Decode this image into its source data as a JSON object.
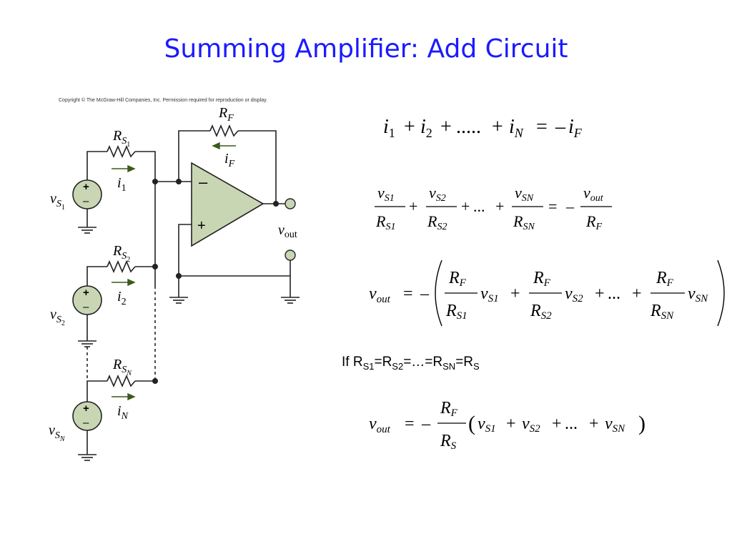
{
  "title": "Summing Amplifier:  Add Circuit",
  "copyright": "Copyright © The McGraw-Hill Companies, Inc. Permission required for reproduction or display.",
  "circuit": {
    "rs1": {
      "main": "R",
      "sub": "S",
      "subsub": "1"
    },
    "rs2": {
      "main": "R",
      "sub": "S",
      "subsub": "2"
    },
    "rsn": {
      "main": "R",
      "sub": "S",
      "subsub": "N"
    },
    "rf": {
      "main": "R",
      "sub": "F"
    },
    "if": {
      "main": "i",
      "sub": "F"
    },
    "i1": {
      "main": "i",
      "sub": "1"
    },
    "i2": {
      "main": "i",
      "sub": "2"
    },
    "in": {
      "main": "i",
      "sub": "N"
    },
    "vs1": {
      "main": "v",
      "sub": "S",
      "subsub": "1"
    },
    "vs2": {
      "main": "v",
      "sub": "S",
      "subsub": "2"
    },
    "vsn": {
      "main": "v",
      "sub": "S",
      "subsub": "N"
    },
    "vout": {
      "main": "v",
      "sub": "out"
    },
    "plus": "+",
    "minus": "–"
  },
  "equations": {
    "eq1": {
      "i": "i",
      "s1": "1",
      "s2": "2",
      "sn": "N",
      "sf": "F",
      "plus": "+",
      "dots": ".....",
      "eq": "=",
      "neg": "–"
    },
    "eq2": {
      "v": "v",
      "R": "R",
      "s1": "S1",
      "s2": "S2",
      "sn": "SN",
      "out": "out",
      "f": "F",
      "plus": "+",
      "dots": "...",
      "eq": "=",
      "neg": "–"
    },
    "eq3": {
      "v": "v",
      "R": "R",
      "out": "out",
      "f": "F",
      "s1": "S1",
      "s2": "S2",
      "sn": "SN",
      "plus": "+",
      "dots": "...",
      "eq": "=",
      "neg": "–"
    },
    "condition": {
      "prefix": "If R",
      "s1": "S1",
      "t1": "=R",
      "s2": "S2",
      "t2": "=…=R",
      "sn": "SN",
      "t3": "=R",
      "s": "S"
    },
    "eq4": {
      "v": "v",
      "R": "R",
      "out": "out",
      "f": "F",
      "s": "S",
      "s1": "S1",
      "s2": "S2",
      "sn": "SN",
      "plus": "+",
      "dots": "...",
      "eq": "=",
      "neg": "–",
      "lp": "(",
      "rp": ")"
    }
  },
  "colors": {
    "title": "#1a1aff",
    "wire": "#222222",
    "source_fill": "#c9d6b4",
    "opamp_fill": "#c9d6b4",
    "arrow": "#3a5a1a"
  }
}
